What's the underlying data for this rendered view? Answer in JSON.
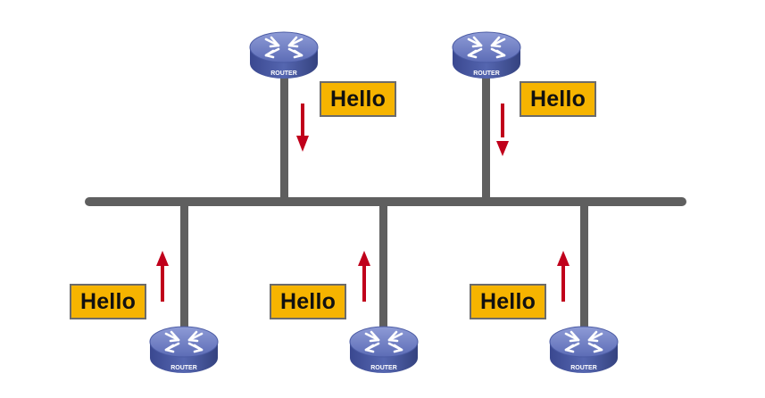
{
  "colors": {
    "bus": "#5f5f5f",
    "hello_fill": "#f6b400",
    "arrow": "#c0001b",
    "router_top": "#6e7ec0",
    "router_side": "#3e4d96"
  },
  "router_label": "ROUTER",
  "hello_label": "Hello",
  "routers": [
    {
      "id": "router-top-1",
      "label": "ROUTER",
      "icon": "router-icon"
    },
    {
      "id": "router-top-2",
      "label": "ROUTER",
      "icon": "router-icon"
    },
    {
      "id": "router-bottom-1",
      "label": "ROUTER",
      "icon": "router-icon"
    },
    {
      "id": "router-bottom-2",
      "label": "ROUTER",
      "icon": "router-icon"
    },
    {
      "id": "router-bottom-3",
      "label": "ROUTER",
      "icon": "router-icon"
    }
  ],
  "messages": [
    {
      "id": "hello-top-1",
      "text": "Hello",
      "direction": "down"
    },
    {
      "id": "hello-top-2",
      "text": "Hello",
      "direction": "down"
    },
    {
      "id": "hello-bottom-1",
      "text": "Hello",
      "direction": "up"
    },
    {
      "id": "hello-bottom-2",
      "text": "Hello",
      "direction": "up"
    },
    {
      "id": "hello-bottom-3",
      "text": "Hello",
      "direction": "up"
    }
  ]
}
